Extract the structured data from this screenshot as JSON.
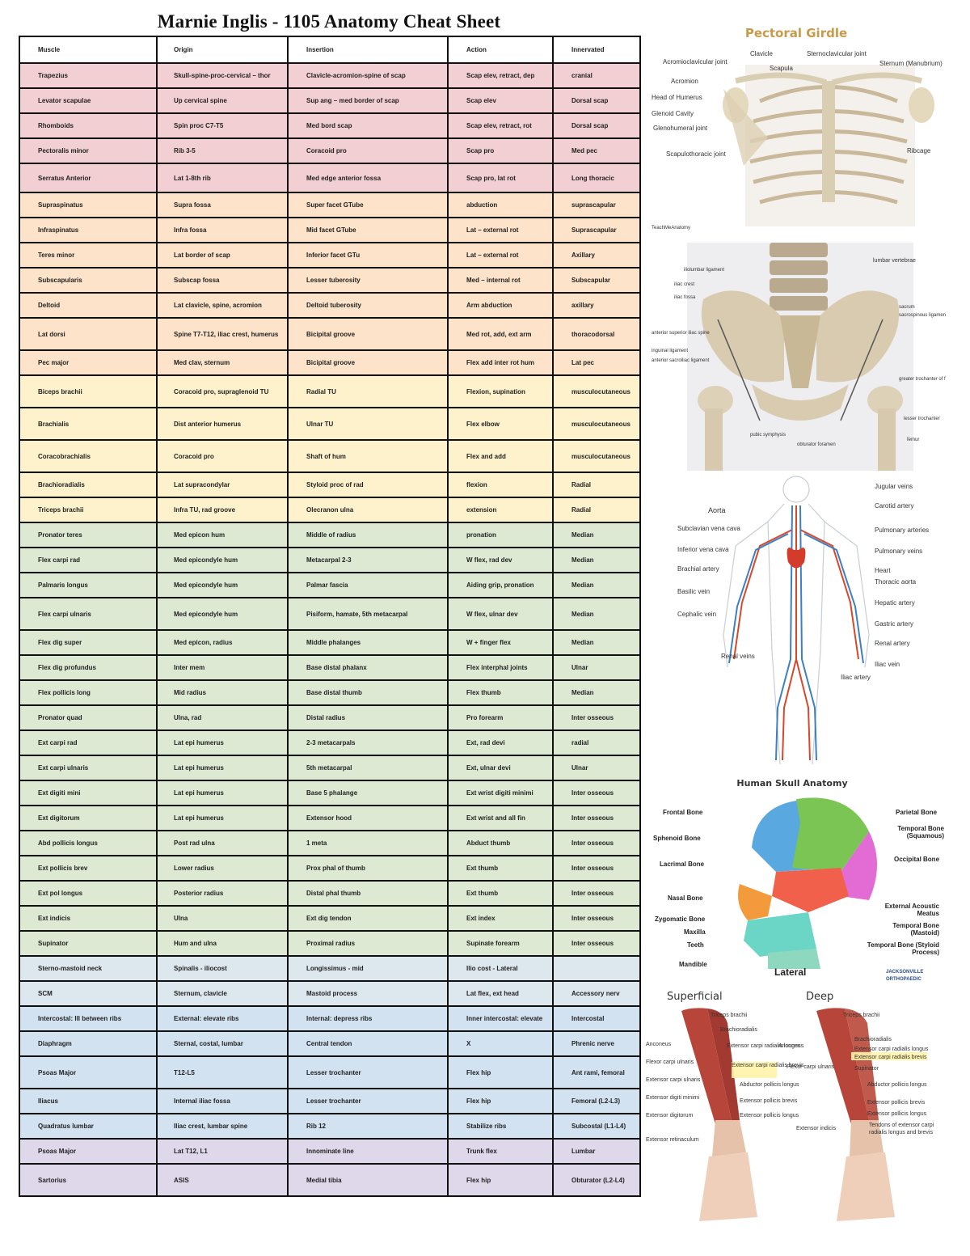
{
  "title": "Marnie Inglis - 1105 Anatomy Cheat Sheet",
  "table": {
    "headers": [
      "Muscle",
      "Origin",
      "Insertion",
      "Action",
      "Innervated"
    ],
    "rows": [
      {
        "c": "red",
        "h": 31,
        "cells": [
          "Trapezius",
          "Skull-spine-proc-cervical – thor",
          "Clavicle-acromion-spine of scap",
          "Scap elev, retract, dep",
          "cranial"
        ]
      },
      {
        "c": "red",
        "h": 31,
        "cells": [
          "Levator scapulae",
          "Up cervical spine",
          "Sup ang – med border of scap",
          "Scap elev",
          "Dorsal scap"
        ]
      },
      {
        "c": "red",
        "h": 31,
        "cells": [
          "Rhomboids",
          "Spin proc C7-T5",
          "Med bord scap",
          "Scap elev, retract, rot",
          "Dorsal scap"
        ]
      },
      {
        "c": "red",
        "h": 31,
        "cells": [
          "Pectoralis minor",
          "Rib 3-5",
          "Coracoid pro",
          "Scap pro",
          "Med pec"
        ]
      },
      {
        "c": "red",
        "h": 36,
        "cells": [
          "Serratus Anterior",
          "Lat 1-8th rib",
          "Med edge anterior fossa",
          "Scap pro, lat rot",
          "Long thoracic"
        ]
      },
      {
        "c": "orange",
        "h": 31,
        "cells": [
          "Supraspinatus",
          "Supra fossa",
          "Super facet GTube",
          "abduction",
          "suprascapular"
        ]
      },
      {
        "c": "orange",
        "h": 31,
        "cells": [
          "Infraspinatus",
          "Infra fossa",
          "Mid facet GTube",
          "Lat – external rot",
          "Suprascapular"
        ]
      },
      {
        "c": "orange",
        "h": 31,
        "cells": [
          "Teres minor",
          "Lat border of scap",
          "Inferior facet GTu",
          "Lat – external rot",
          "Axillary"
        ]
      },
      {
        "c": "orange",
        "h": 31,
        "cells": [
          "Subscapularis",
          "Subscap fossa",
          "Lesser tuberosity",
          "Med – internal rot",
          "Subscapular"
        ]
      },
      {
        "c": "orange",
        "h": 31,
        "cells": [
          "Deltoid",
          "Lat clavicle, spine, acromion",
          "Deltoid tuberosity",
          "Arm abduction",
          "axillary"
        ]
      },
      {
        "c": "orange",
        "h": 40,
        "cells": [
          "Lat dorsi",
          "Spine T7-T12, iliac crest, humerus",
          "Bicipital groove",
          "Med rot, add, ext arm",
          "thoracodorsal"
        ]
      },
      {
        "c": "orange",
        "h": 31,
        "cells": [
          "Pec major",
          "Med clav, sternum",
          "Bicipital groove",
          "Flex add inter rot hum",
          "Lat pec"
        ]
      },
      {
        "c": "yellow",
        "h": 40,
        "cells": [
          "Biceps brachii",
          "Coracoid pro, supraglenoid TU",
          "Radial TU",
          "Flexion, supination",
          "musculocutaneous"
        ]
      },
      {
        "c": "yellow",
        "h": 40,
        "cells": [
          "Brachialis",
          "Dist anterior humerus",
          "Ulnar TU",
          "Flex elbow",
          "musculocutaneous"
        ]
      },
      {
        "c": "yellow",
        "h": 40,
        "cells": [
          "Coracobrachialis",
          "Coracoid pro",
          "Shaft of hum",
          "Flex and add",
          "musculocutaneous"
        ]
      },
      {
        "c": "yellow",
        "h": 31,
        "cells": [
          "Brachioradialis",
          "Lat supracondylar",
          "Styloid proc of rad",
          "flexion",
          "Radial"
        ]
      },
      {
        "c": "yellow",
        "h": 31,
        "cells": [
          "Triceps brachii",
          "Infra TU, rad groove",
          "Olecranon ulna",
          "extension",
          "Radial"
        ]
      },
      {
        "c": "green",
        "h": 31,
        "cells": [
          "Pronator teres",
          "Med epicon hum",
          "Middle of radius",
          "pronation",
          "Median"
        ]
      },
      {
        "c": "green",
        "h": 31,
        "cells": [
          "Flex carpi rad",
          "Med epicondyle hum",
          "Metacarpal 2-3",
          "W flex, rad dev",
          "Median"
        ]
      },
      {
        "c": "green",
        "h": 31,
        "cells": [
          "Palmaris longus",
          "Med epicondyle hum",
          "Palmar fascia",
          "Aiding grip, pronation",
          "Median"
        ]
      },
      {
        "c": "green",
        "h": 40,
        "cells": [
          "Flex carpi ulnaris",
          "Med epicondyle hum",
          "Pisiform, hamate, 5th metacarpal",
          "W flex, ulnar dev",
          "Median"
        ]
      },
      {
        "c": "green",
        "h": 31,
        "cells": [
          "Flex dig super",
          "Med epicon, radius",
          "Middle phalanges",
          "W + finger flex",
          "Median"
        ]
      },
      {
        "c": "green",
        "h": 31,
        "cells": [
          "Flex dig profundus",
          "Inter mem",
          "Base distal phalanx",
          "Flex interphal joints",
          "Ulnar"
        ]
      },
      {
        "c": "green",
        "h": 31,
        "cells": [
          "Flex pollicis long",
          "Mid radius",
          "Base distal thumb",
          "Flex thumb",
          "Median"
        ]
      },
      {
        "c": "green",
        "h": 31,
        "cells": [
          "Pronator quad",
          "Ulna, rad",
          "Distal radius",
          "Pro forearm",
          "Inter osseous"
        ]
      },
      {
        "c": "green",
        "h": 31,
        "cells": [
          "Ext carpi rad",
          "Lat epi humerus",
          "2-3 metacarpals",
          "Ext, rad devi",
          "radial"
        ]
      },
      {
        "c": "green",
        "h": 31,
        "cells": [
          "Ext carpi ulnaris",
          "Lat epi humerus",
          "5th metacarpal",
          "Ext, ulnar devi",
          "Ulnar"
        ]
      },
      {
        "c": "green",
        "h": 31,
        "cells": [
          "Ext digiti mini",
          "Lat epi humerus",
          "Base 5 phalange",
          "Ext wrist digiti minimi",
          "Inter osseous"
        ]
      },
      {
        "c": "green",
        "h": 31,
        "cells": [
          "Ext digitorum",
          "Lat epi humerus",
          "Extensor hood",
          "Ext wrist and all fin",
          "Inter osseous"
        ]
      },
      {
        "c": "green",
        "h": 31,
        "cells": [
          "Abd pollicis longus",
          "Post rad ulna",
          "1 meta",
          "Abduct thumb",
          "Inter osseous"
        ]
      },
      {
        "c": "green",
        "h": 31,
        "cells": [
          "Ext pollicis brev",
          "Lower radius",
          "Prox phal of thumb",
          "Ext thumb",
          "Inter osseous"
        ]
      },
      {
        "c": "green",
        "h": 31,
        "cells": [
          "Ext pol longus",
          "Posterior radius",
          "Distal phal thumb",
          "Ext thumb",
          "Inter osseous"
        ]
      },
      {
        "c": "green",
        "h": 31,
        "cells": [
          "Ext indicis",
          "Ulna",
          "Ext dig tendon",
          "Ext index",
          "Inter osseous"
        ]
      },
      {
        "c": "green",
        "h": 31,
        "cells": [
          "Supinator",
          "Hum and ulna",
          "Proximal radius",
          "Supinate forearm",
          "Inter osseous"
        ]
      },
      {
        "c": "blue",
        "h": 31,
        "cells": [
          "Sterno-mastoid neck",
          "Spinalis - iliocost",
          "Longissimus - mid",
          "Ilio cost - Lateral",
          ""
        ]
      },
      {
        "c": "blue",
        "h": 31,
        "cells": [
          "SCM",
          "Sternum, clavicle",
          "Mastoid process",
          "Lat flex, ext head",
          "Accessory nerv"
        ]
      },
      {
        "c": "lblue",
        "h": 31,
        "cells": [
          "Intercostal: Ill between ribs",
          "External: elevate ribs",
          "Internal: depress ribs",
          "Inner intercostal: elevate",
          "Intercostal"
        ]
      },
      {
        "c": "lblue",
        "h": 31,
        "cells": [
          "Diaphragm",
          "Sternal, costal, lumbar",
          "Central tendon",
          "X",
          "Phrenic nerve"
        ]
      },
      {
        "c": "lblue",
        "h": 40,
        "cells": [
          "Psoas Major",
          "T12-L5",
          "Lesser trochanter",
          "Flex hip",
          "Ant rami, femoral"
        ]
      },
      {
        "c": "lblue",
        "h": 31,
        "cells": [
          "Iliacus",
          "Internal iliac fossa",
          "Lesser trochanter",
          "Flex hip",
          "Femoral (L2-L3)"
        ]
      },
      {
        "c": "lblue",
        "h": 31,
        "cells": [
          "Quadratus lumbar",
          "Iliac crest, lumbar spine",
          "Rib 12",
          "Stabilize ribs",
          "Subcostal (L1-L4)"
        ]
      },
      {
        "c": "purple",
        "h": 31,
        "cells": [
          "Psoas Major",
          "Lat T12, L1",
          "Innominate line",
          "Trunk flex",
          "Lumbar"
        ]
      },
      {
        "c": "purple",
        "h": 40,
        "cells": [
          "Sartorius",
          "ASIS",
          "Medial tibia",
          "Flex hip",
          "Obturator (L2-L4)"
        ]
      }
    ]
  },
  "figures": {
    "pectoral": {
      "title": "Pectoral Girdle",
      "labels": [
        "Acromioclavicular joint",
        "Clavicle",
        "Sternoclavicular joint",
        "Sternum (Manubrium)",
        "Scapula",
        "Acromion",
        "Head of Humerus",
        "Glenoid Cavity",
        "Glenohumeral joint",
        "Scapulothoracic joint",
        "Ribcage",
        "TeachMeAnatomy"
      ]
    },
    "pelvis": {
      "labels": [
        "lumbar vertebrae",
        "iliolumbar ligament",
        "iliac crest",
        "iliac fossa",
        "sacrum",
        "sacrospinous ligament",
        "anterior superior iliac spine",
        "inguinal ligament",
        "anterior sacroiliac ligament",
        "greater trochanter of femur",
        "pubic symphysis",
        "lesser trochanter",
        "obturator foramen",
        "femur"
      ]
    },
    "circulatory": {
      "labels": [
        "Jugular veins",
        "Carotid artery",
        "Aorta",
        "Subclavian vena cava",
        "Pulmonary arteries",
        "Inferior vena cava",
        "Pulmonary veins",
        "Brachial artery",
        "Heart",
        "Basilic vein",
        "Thoracic aorta",
        "Cephalic vein",
        "Hepatic artery",
        "Gastric artery",
        "Renal veins",
        "Renal artery",
        "Iliac vein",
        "Iliac artery"
      ]
    },
    "skull": {
      "title": "Human Skull Anatomy",
      "labels": [
        "Frontal Bone",
        "Parietal Bone",
        "Sphenoid Bone",
        "Temporal Bone (Squamous)",
        "Lacrimal Bone",
        "Occipital Bone",
        "Nasal Bone",
        "External Acoustic Meatus",
        "Zygomatic Bone",
        "Temporal Bone (Mastoid)",
        "Maxilla",
        "Teeth",
        "Temporal Bone (Styloid Process)",
        "Mandible"
      ],
      "caption": "Lateral",
      "brand": "JACKSONVILLE ORTHOPAEDIC"
    },
    "forearm": {
      "superficial": "Superficial",
      "deep": "Deep",
      "labels_left": [
        "Triceps brachii",
        "Brachioradialis",
        "Anconeus",
        "Extensor carpi radialis longus",
        "Extensor carpi radialis brevis",
        "Flexor carpi ulnaris",
        "Extensor carpi ulnaris",
        "Abductor pollicis longus",
        "Extensor digiti minimi",
        "Extensor pollicis brevis",
        "Extensor digitorum",
        "Extensor pollicis longus",
        "Extensor retinaculum"
      ],
      "labels_right": [
        "Triceps brachii",
        "Brachioradialis",
        "Anconeus",
        "Extensor carpi radialis longus",
        "Extensor carpi radialis brevis",
        "Supinator",
        "Flexor carpi ulnaris",
        "Abductor pollicis longus",
        "Extensor pollicis brevis",
        "Extensor pollicis longus",
        "Extensor indicis",
        "Tendons of extensor carpi radialis longus and brevis"
      ]
    }
  }
}
